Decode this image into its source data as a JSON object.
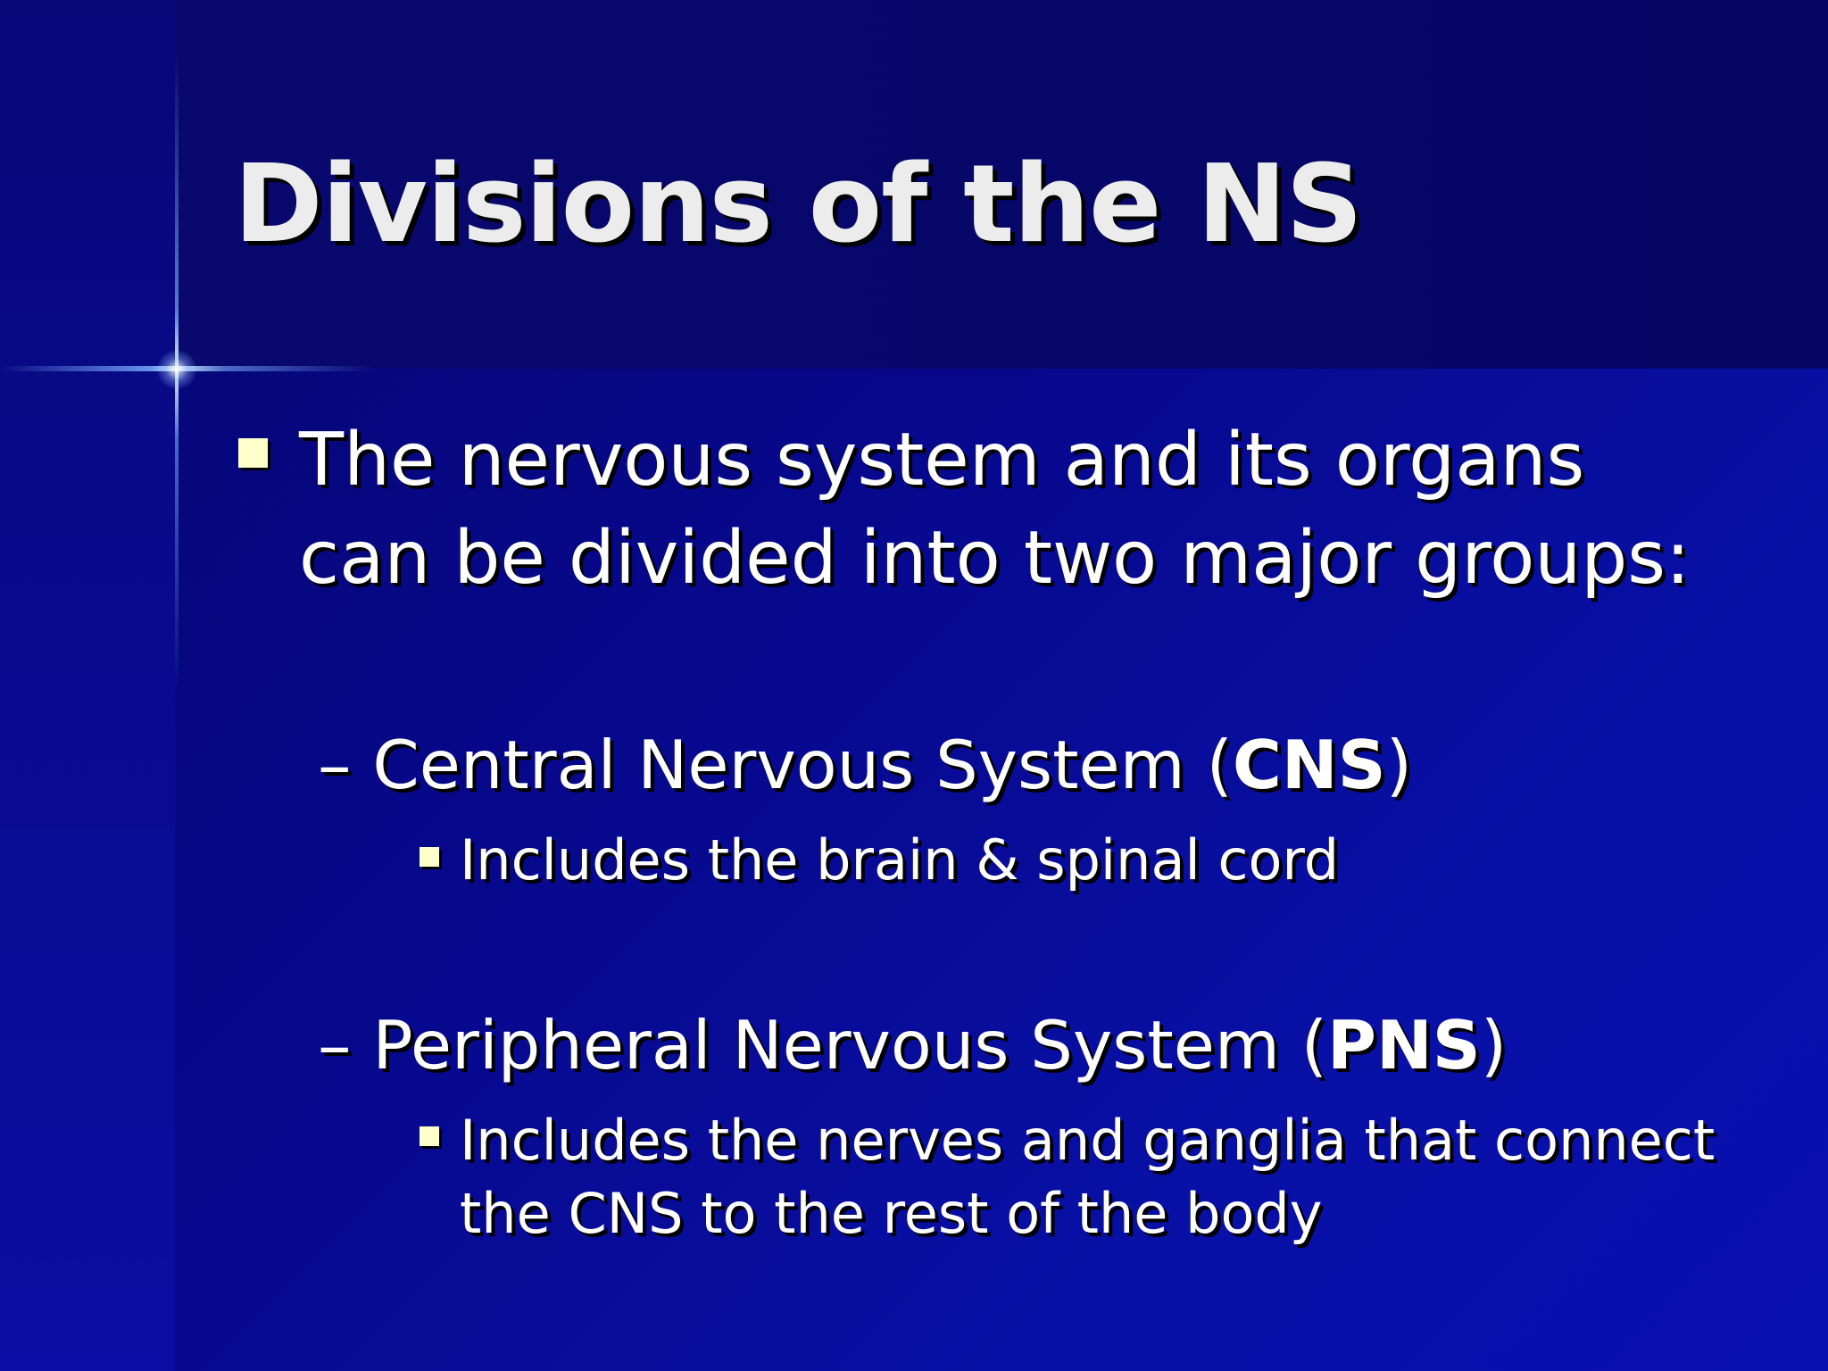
{
  "slide": {
    "title": "Divisions of the NS",
    "bullet1": {
      "line1": "The nervous system and its organs",
      "line2": "can be divided into two major groups:"
    },
    "cns": {
      "dash": "–",
      "prefix": "Central Nervous System (",
      "abbr": "CNS",
      "suffix": ")",
      "detail": "Includes the brain & spinal cord"
    },
    "pns": {
      "dash": "–",
      "prefix": "Peripheral Nervous System (",
      "abbr": "PNS",
      "suffix": ")",
      "detail_line1": "Includes the nerves and ganglia that connect",
      "detail_line2": "the CNS to the rest of the body"
    }
  },
  "colors": {
    "background": "#07088a",
    "title": "#ececec",
    "body_text": "#ffffff",
    "bullet": "#ffffcc"
  }
}
